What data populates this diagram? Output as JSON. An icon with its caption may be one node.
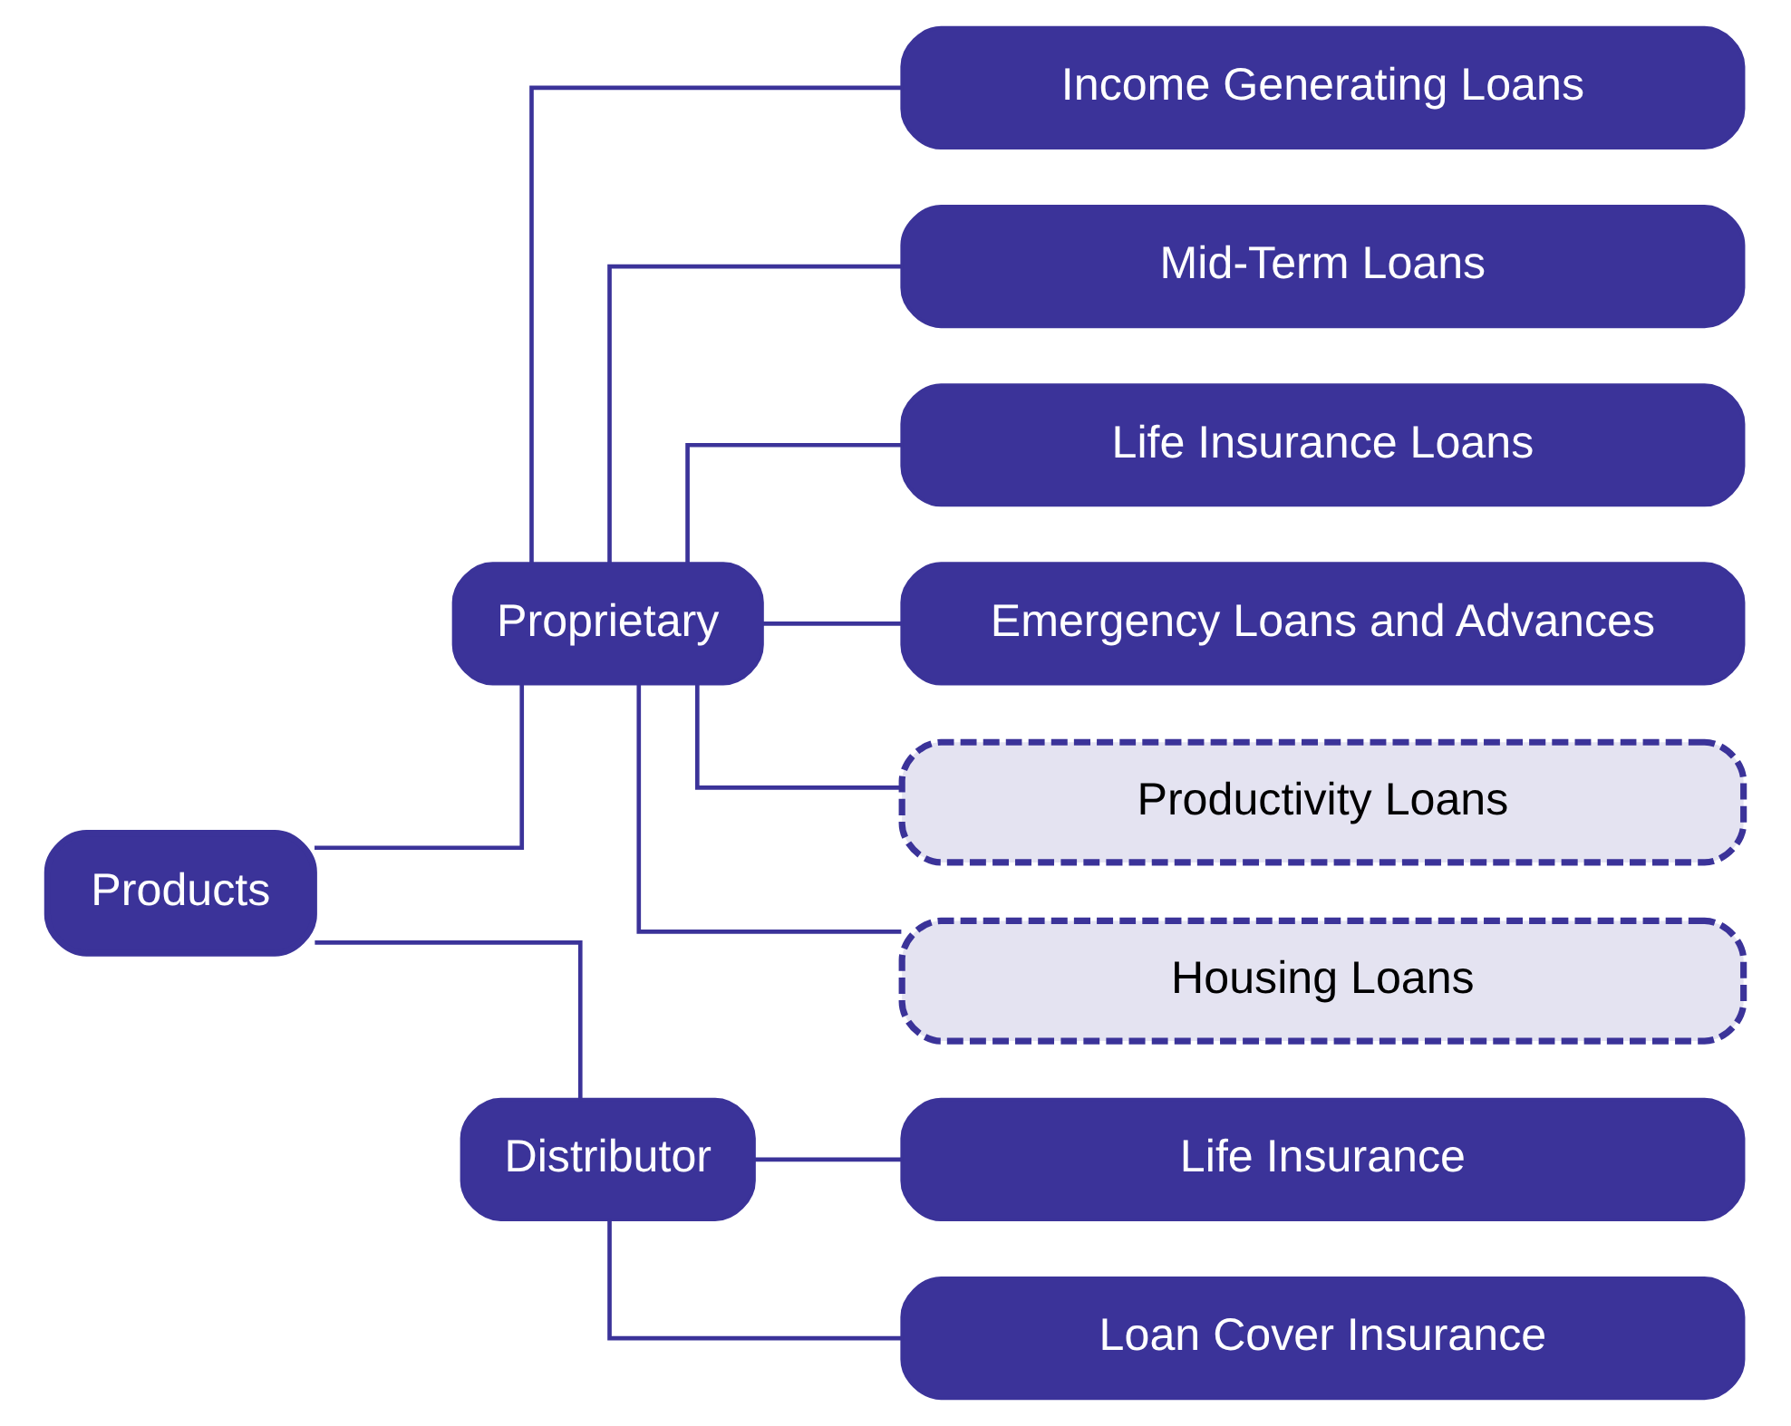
{
  "diagram": {
    "nodes": [
      {
        "text": [
          "Products"
        ]
      },
      {
        "text": [
          "Proprietary"
        ]
      },
      {
        "text": [
          "Income Generating Loans"
        ]
      },
      {
        "text": [
          "Mid-Term Loans"
        ]
      },
      {
        "text": [
          "Life Insurance Loans"
        ]
      },
      {
        "text": [
          "Emergency Loans and Advances"
        ]
      },
      {
        "text": [
          "Productivity Loans"
        ]
      },
      {
        "text": [
          "Housing Loans"
        ]
      },
      {
        "text": [
          "Distributor"
        ]
      },
      {
        "text": [
          "Life Insurance"
        ]
      },
      {
        "text": [
          "Loan Cover Insurance"
        ]
      }
    ],
    "edges": [
      {
        "from": 0,
        "to": 1,
        "arrow": "none"
      },
      {
        "from": 0,
        "to": 8,
        "arrow": "none"
      },
      {
        "from": 1,
        "to": 2,
        "arrow": "none"
      },
      {
        "from": 1,
        "to": 3,
        "arrow": "none"
      },
      {
        "from": 1,
        "to": 4,
        "arrow": "none"
      },
      {
        "from": 1,
        "to": 5,
        "arrow": "none"
      },
      {
        "from": 1,
        "to": 6,
        "arrow": "none"
      },
      {
        "from": 1,
        "to": 7,
        "arrow": "none"
      },
      {
        "from": 8,
        "to": 9,
        "arrow": "none"
      },
      {
        "from": 8,
        "to": 10,
        "arrow": "none"
      }
    ]
  }
}
